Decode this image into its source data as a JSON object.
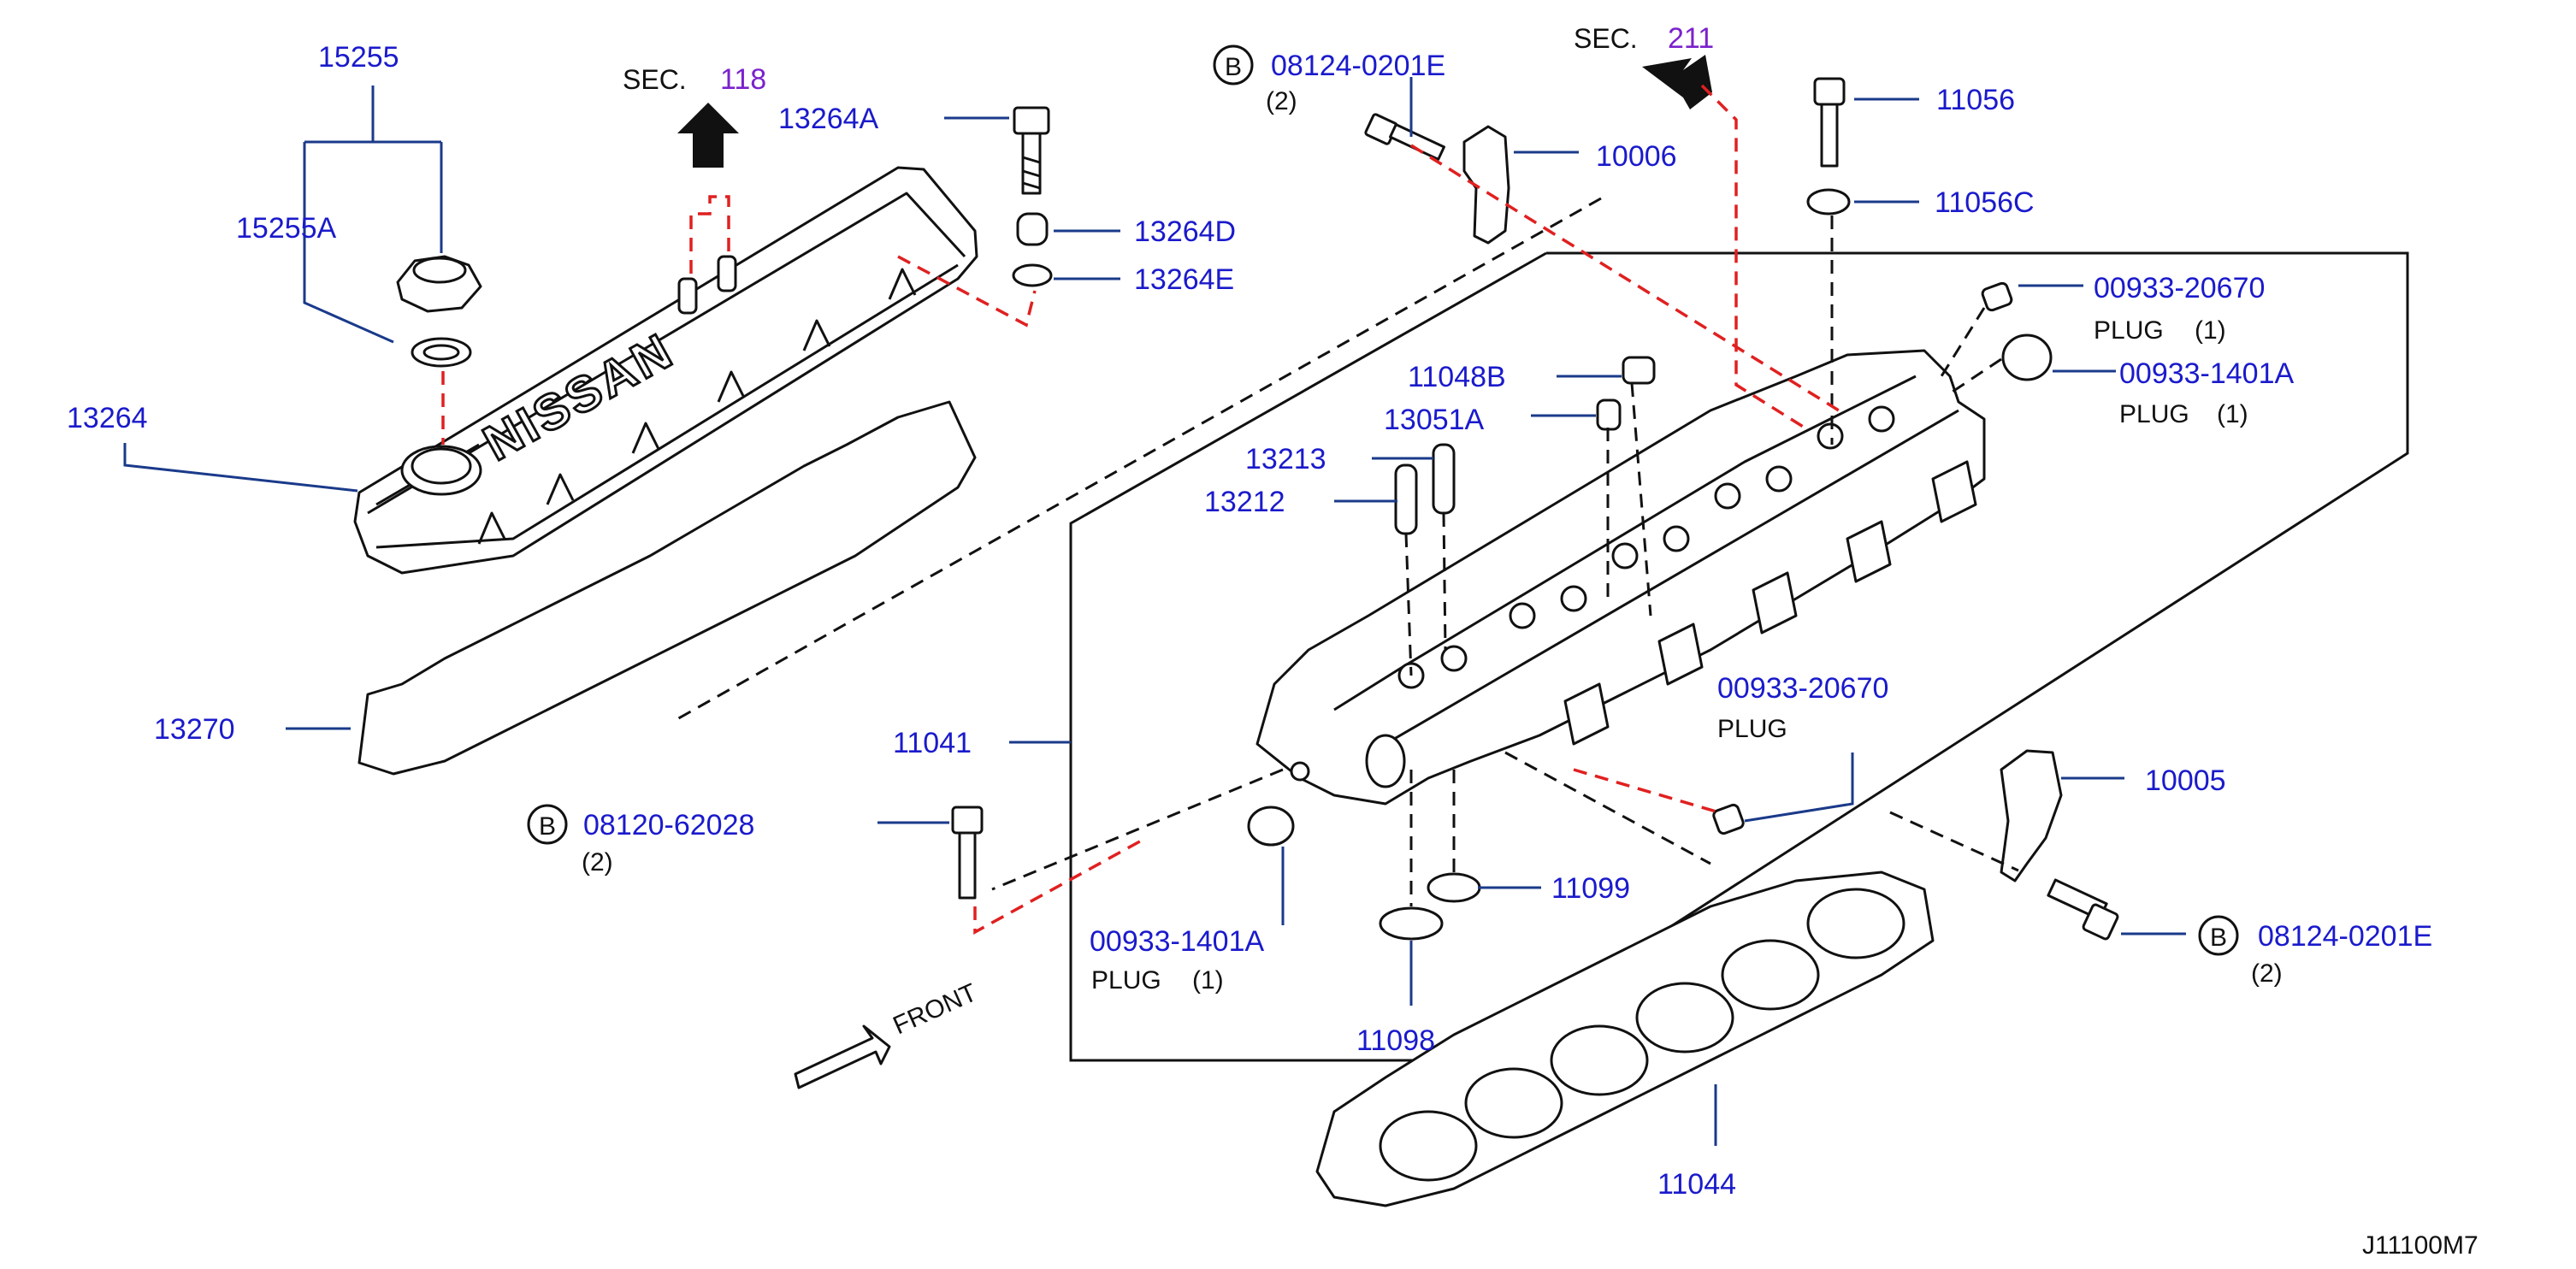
{
  "sections": {
    "sec118": {
      "prefix": "SEC.",
      "number": "118"
    },
    "sec211": {
      "prefix": "SEC.",
      "number": "211"
    }
  },
  "parts": {
    "p15255": "15255",
    "p15255A": "15255A",
    "p13264": "13264",
    "p13264A": "13264A",
    "p13264D": "13264D",
    "p13264E": "13264E",
    "p13270": "13270",
    "p08124_top": "08124-0201E",
    "p08124_top_qty": "(2)",
    "p10006": "10006",
    "p11056": "11056",
    "p11056C": "11056C",
    "p00933_20670_a": "00933-20670",
    "p00933_20670_a_desc": "PLUG",
    "p00933_20670_a_qty": "(1)",
    "p00933_1401A_a": "00933-1401A",
    "p00933_1401A_a_desc": "PLUG",
    "p00933_1401A_a_qty": "(1)",
    "p11048B": "11048B",
    "p13051A": "13051A",
    "p13213": "13213",
    "p13212": "13212",
    "p11041": "11041",
    "p00933_20670_b": "00933-20670",
    "p00933_20670_b_desc": "PLUG",
    "p10005": "10005",
    "p08120": "08120-62028",
    "p08120_qty": "(2)",
    "p11099": "11099",
    "p00933_1401A_b": "00933-1401A",
    "p00933_1401A_b_desc": "PLUG",
    "p00933_1401A_b_qty": "(1)",
    "p08124_bot": "08124-0201E",
    "p08124_bot_qty": "(2)",
    "p11098": "11098",
    "p11044": "11044"
  },
  "badge_letter": "B",
  "cover_logo": "NISSAN",
  "front_label": "FRONT",
  "diagram_code": "J11100M7",
  "colors": {
    "part_number": "#1a1acc",
    "section_number": "#7a22cc",
    "red_guide": "#e02020",
    "leader": "#1a3a8a"
  }
}
